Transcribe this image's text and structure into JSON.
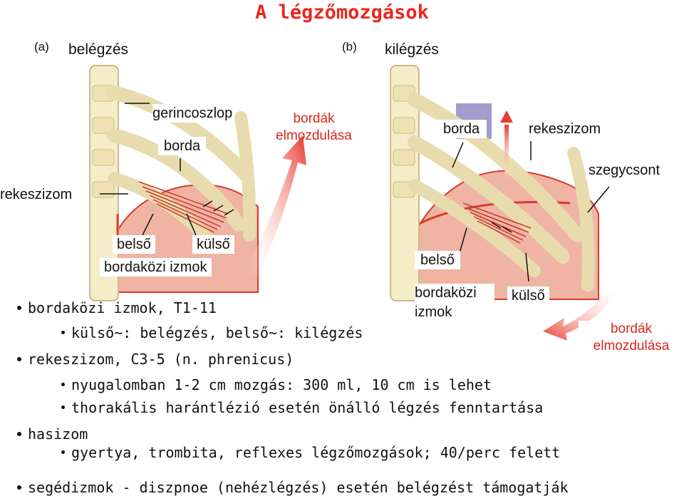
{
  "title": "A légzőmozgások",
  "panel_a": {
    "tag": "(a)",
    "name": "belégzés",
    "labels": {
      "spine": "gerincoszlop",
      "rib": "borda",
      "diaphragm": "rekeszizom",
      "rib_movement": "bordák elmozdulása",
      "internal": "belső",
      "external": "külső",
      "intercostal": "bordaközi izmok"
    }
  },
  "panel_b": {
    "tag": "(b)",
    "name": "kilégzés",
    "labels": {
      "rib": "borda",
      "diaphragm": "rekeszizom",
      "sternum": "szegycsont",
      "internal": "belső",
      "intercostal": "bordaközi izmok",
      "external": "külső",
      "rib_movement": "bordák elmozdulása"
    }
  },
  "bullets": [
    {
      "level": 1,
      "text": "bordaközi izmok, T1-11"
    },
    {
      "level": 2,
      "text": "külső~: belégzés, belső~: kilégzés"
    },
    {
      "level": 1,
      "text": "rekeszizom, C3-5 (n. phrenicus)"
    },
    {
      "level": 2,
      "text": "nyugalomban 1-2 cm mozgás: 300 ml, 10 cm is lehet"
    },
    {
      "level": 2,
      "text": "thorakális harántlézió esetén önálló légzés fenntartása"
    },
    {
      "level": 1,
      "text": "hasizom"
    },
    {
      "level": 2,
      "text": "gyertya, trombita, reflexes légzőmozgások; 40/perc felett"
    },
    {
      "level": 1,
      "text": "segédizmok - diszpnoe (nehézlégzés) esetén belégzést támogatják"
    }
  ],
  "colors": {
    "title": "#e8281e",
    "diaphragm_fill": "#f0b4a4",
    "diaphragm_edge": "#d83a2c",
    "bone": "#f5edc8",
    "bone_edge": "#c8b98a",
    "muscle": "#c8392c",
    "arrow": "#e83a30",
    "lung_purple": "#a49ccc"
  }
}
